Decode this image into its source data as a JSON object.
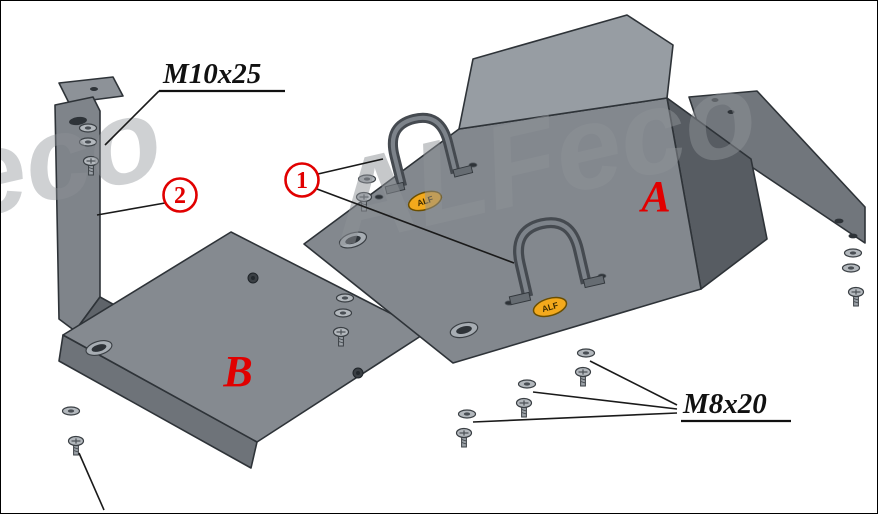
{
  "diagram": {
    "watermark_text": "ALFeco",
    "badge_text": "ALF",
    "part_labels": {
      "a": "A",
      "b": "B"
    },
    "callouts": {
      "one": "1",
      "two": "2"
    },
    "hardware": {
      "top_bolt": "M10x25",
      "bottom_bolt": "M8x20"
    },
    "colors": {
      "callout_red": "#e10000",
      "plate_gray": "#83888e",
      "plate_light": "#979da3",
      "plate_dark": "#575c62",
      "bracket_gray": "#7f848a",
      "badge_orange": "#f3a91c",
      "watermark_gray": "#8e9297"
    }
  }
}
